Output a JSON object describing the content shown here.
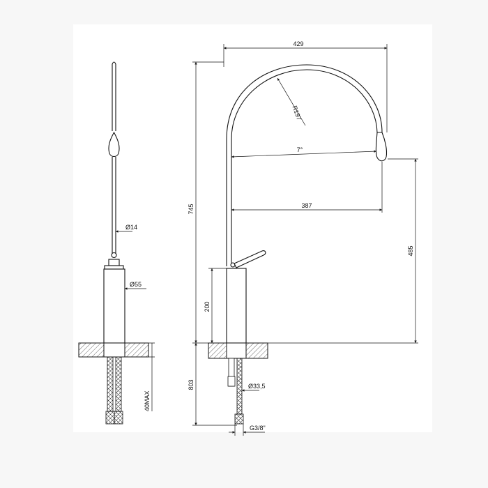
{
  "dimensions": {
    "width_429": "429",
    "height_745": "745",
    "radius_r197": "R197",
    "angle_7": "7°",
    "reach_387": "387",
    "height_485": "485",
    "body_200": "200",
    "below_803": "803",
    "dia_14": "Ø14",
    "dia_55": "Ø55",
    "max_40": "40MAX",
    "dia_33_5": "Ø33,5",
    "thread_g38": "G3/8\""
  },
  "colors": {
    "line": "#111111",
    "background": "#ffffff",
    "hatch": "#444444"
  }
}
